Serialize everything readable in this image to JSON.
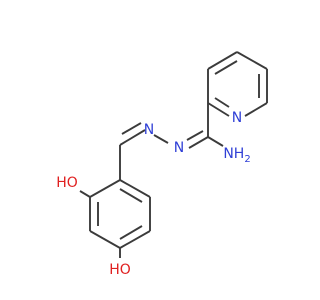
{
  "molecule": {
    "atoms": {
      "pyridine_n": {
        "text": "N",
        "color": "#2f3fd6"
      },
      "hydrazone_n1": {
        "text": "N",
        "color": "#2f3fd6"
      },
      "hydrazone_n2": {
        "text": "N",
        "color": "#2f3fd6"
      },
      "amine": {
        "text": "NH",
        "subscript": "2",
        "color": "#2f3fd6"
      },
      "hydroxyl_ortho": {
        "text": "HO",
        "color": "#e02020"
      },
      "hydroxyl_para": {
        "text": "HO",
        "color": "#e02020"
      }
    },
    "bond_color": "#3b3b3b"
  }
}
